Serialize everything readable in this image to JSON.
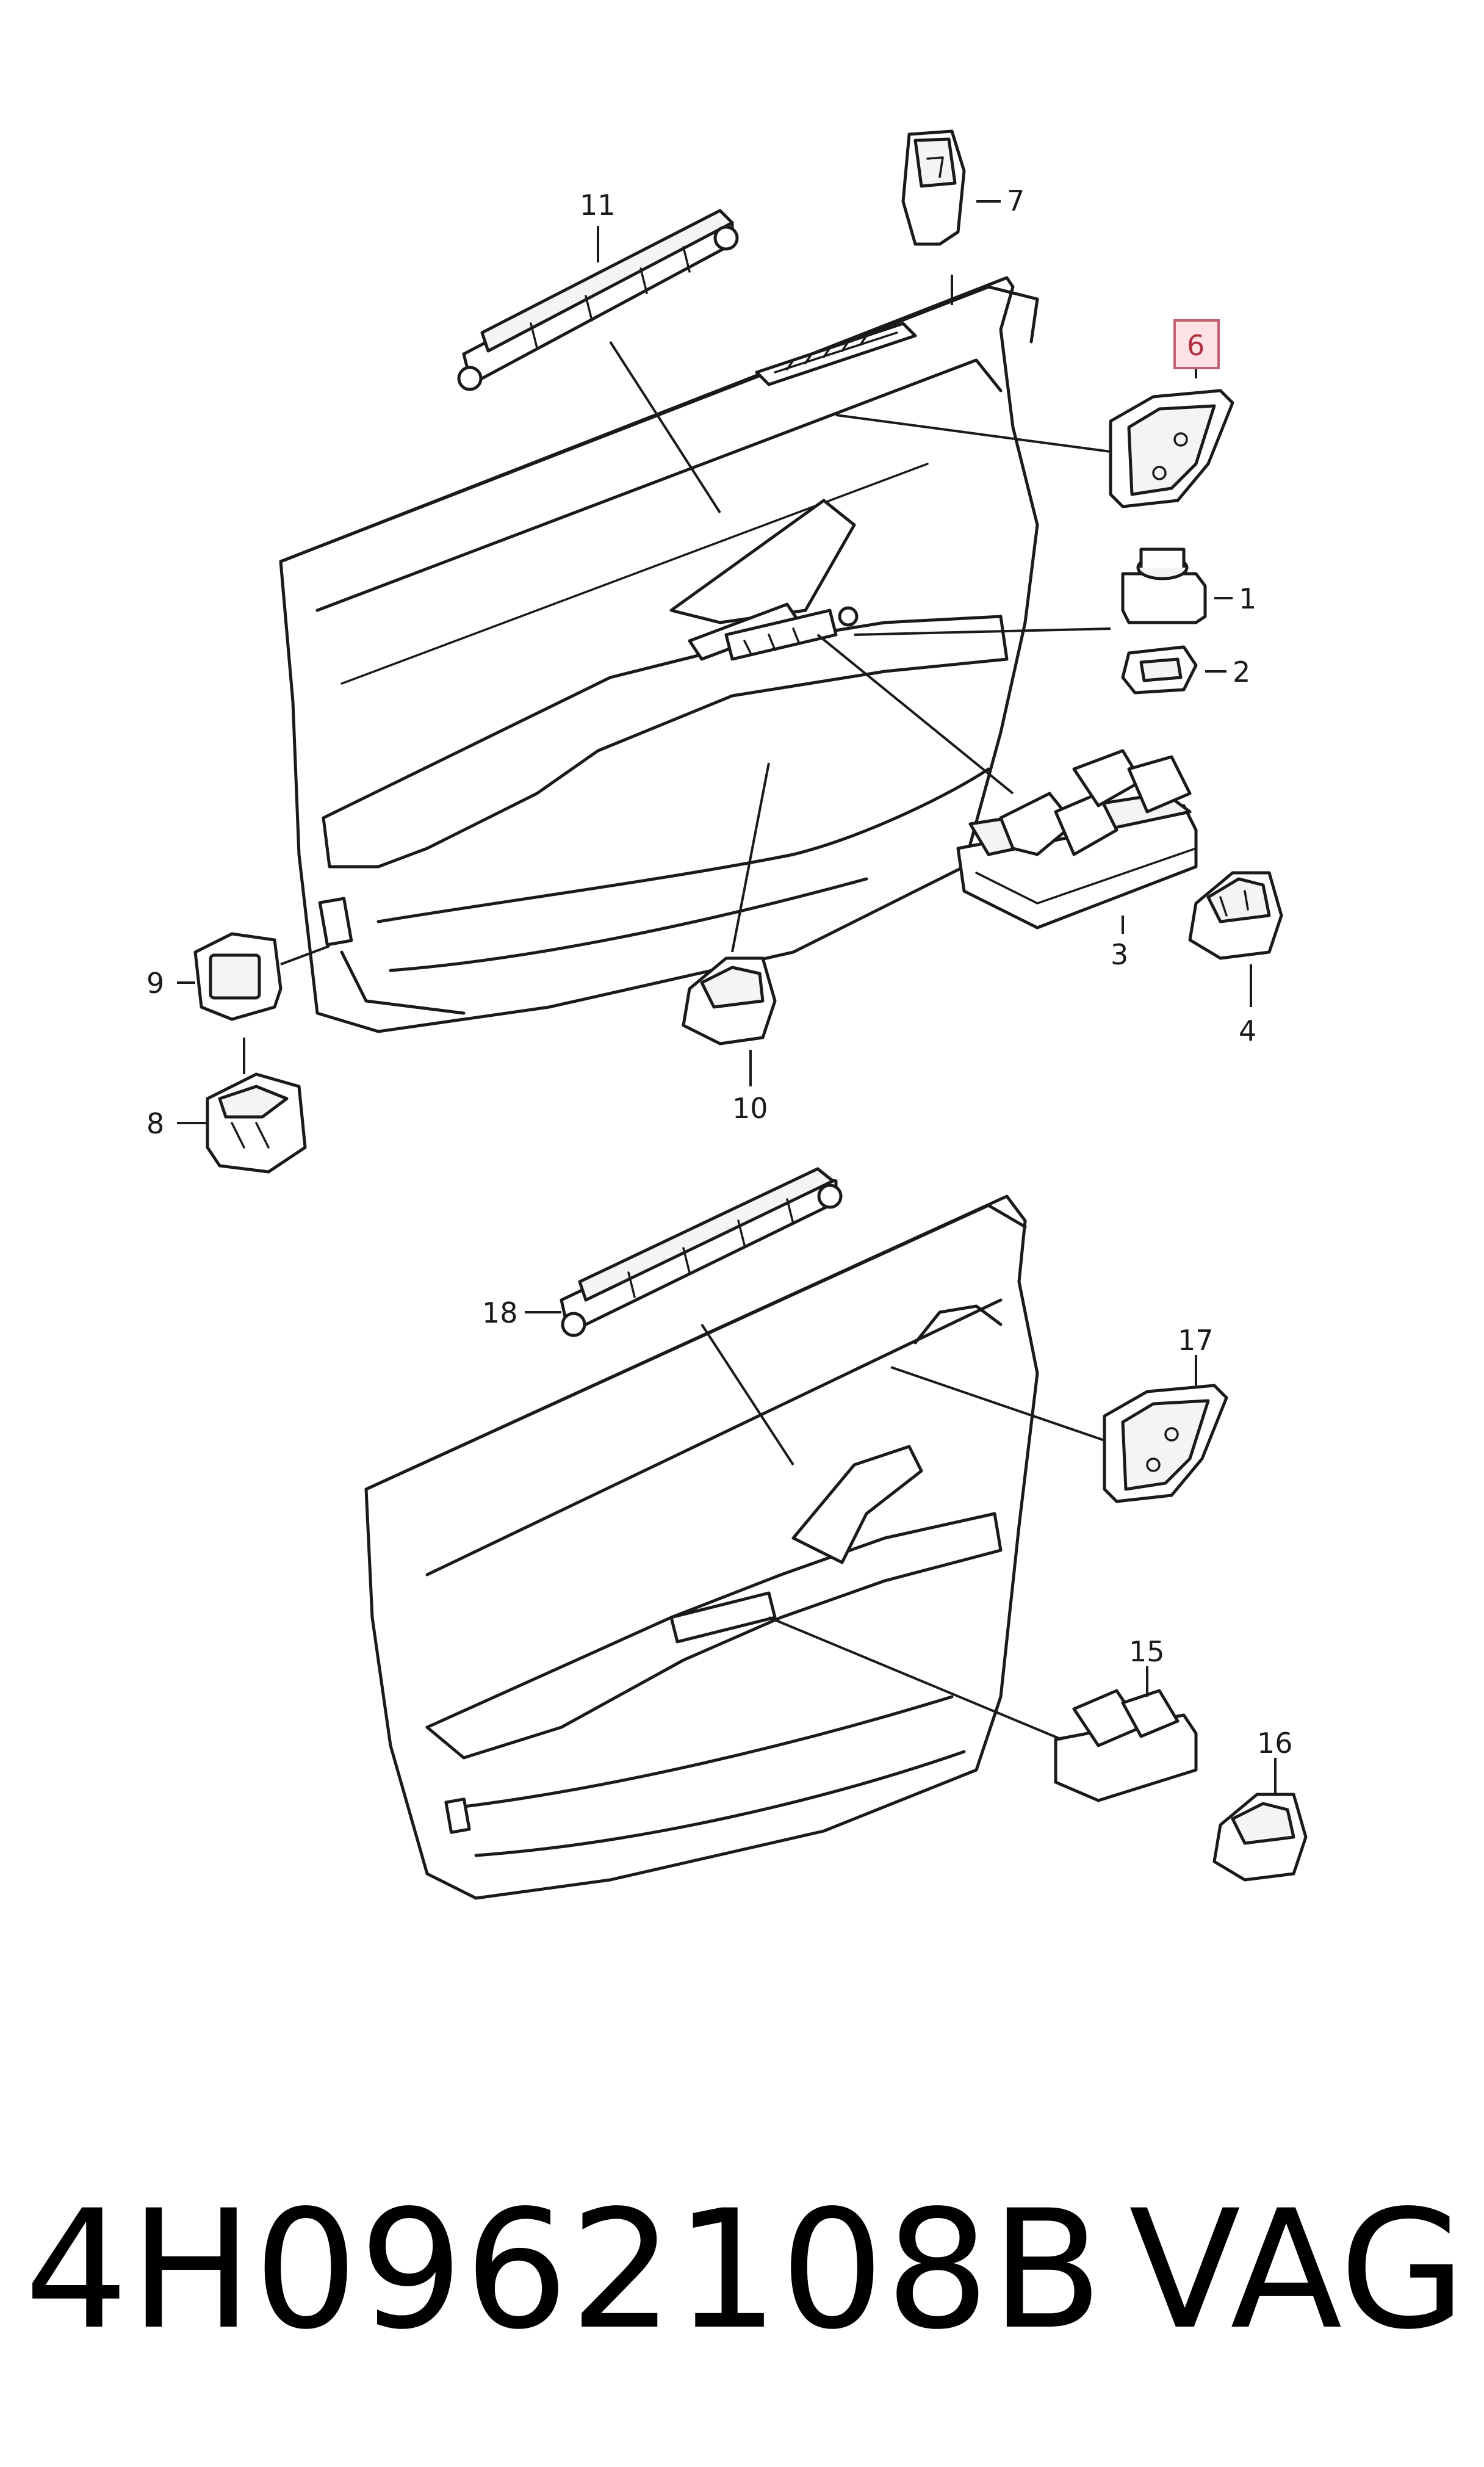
{
  "footer": {
    "part_number": "4H0962108B",
    "brand": "VAG"
  },
  "callouts": {
    "c1": "1",
    "c2": "2",
    "c3": "3",
    "c4": "4",
    "c6": "6",
    "c7": "7",
    "c8": "8",
    "c9": "9",
    "c10": "10",
    "c11": "11",
    "c15": "15",
    "c16": "16",
    "c17": "17",
    "c18": "18"
  },
  "highlight": {
    "callout": "6",
    "color": "#fde2e6"
  }
}
